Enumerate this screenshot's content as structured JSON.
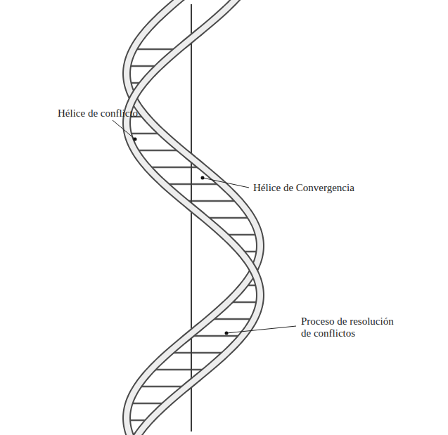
{
  "diagram": {
    "labels": [
      "Hélice de conflicto",
      "Hélice de Convergencia",
      "Proceso de resolución de conflictos"
    ]
  }
}
